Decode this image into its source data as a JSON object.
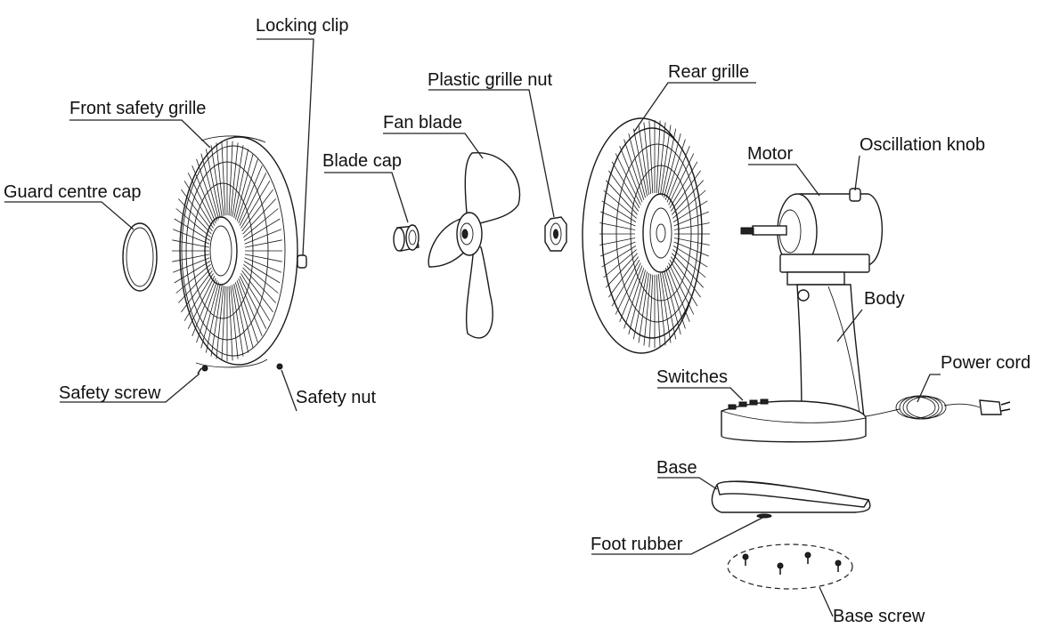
{
  "colors": {
    "ink": "#111111",
    "background": "#ffffff"
  },
  "labels": {
    "locking_clip": "Locking clip",
    "front_safety_grille": "Front safety grille",
    "guard_centre_cap": "Guard centre cap",
    "safety_screw": "Safety screw",
    "safety_nut": "Safety nut",
    "blade_cap": "Blade cap",
    "fan_blade": "Fan blade",
    "plastic_grille_nut": "Plastic grille nut",
    "rear_grille": "Rear grille",
    "motor": "Motor",
    "oscillation_knob": "Oscillation knob",
    "body": "Body",
    "power_cord": "Power cord",
    "switches": "Switches",
    "base": "Base",
    "foot_rubber": "Foot rubber",
    "base_screw": "Base screw"
  }
}
